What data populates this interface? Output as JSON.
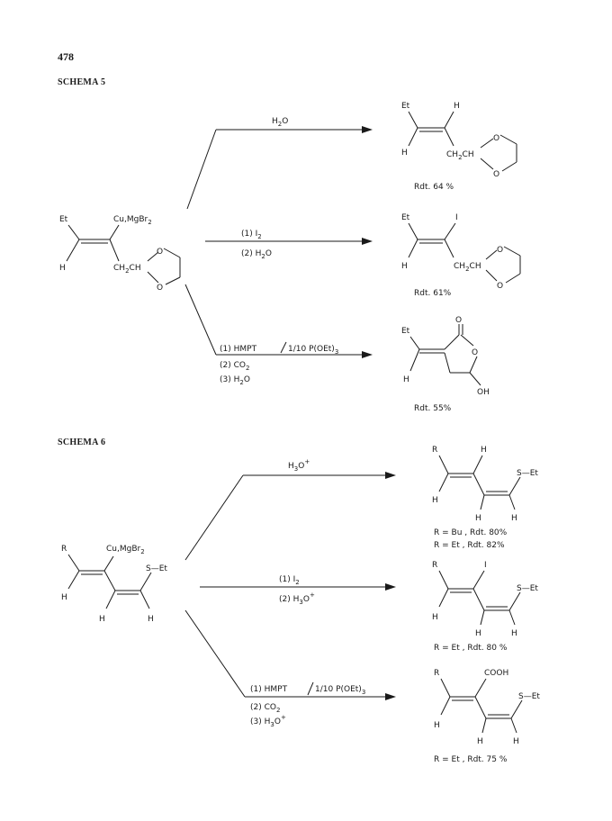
{
  "page_number": "478",
  "schema5": {
    "title": "SCHEMA 5",
    "reagent": {
      "et": "Et",
      "cu": "Cu,MgBr",
      "cu_sub": "2",
      "h": "H",
      "ch2ch": "CH",
      "ch2ch_sub": "2",
      "ch2ch_tail": "CH",
      "o1": "O",
      "o2": "O"
    },
    "path1": {
      "cond": "H",
      "cond_sub": "2",
      "cond_tail": "O",
      "prod": {
        "et": "Et",
        "h1": "H",
        "h2": "H",
        "ch": "CH",
        "ch_sub": "2",
        "ch_tail": "CH",
        "o1": "O",
        "o2": "O"
      },
      "yield": "Rdt. 64 %"
    },
    "path2": {
      "cond1": "(1)  I",
      "cond1_sub": "2",
      "cond2": "(2)  H",
      "cond2_sub": "2",
      "cond2_tail": "O",
      "prod": {
        "et": "Et",
        "i": "I",
        "h": "H",
        "ch": "CH",
        "ch_sub": "2",
        "ch_tail": "CH",
        "o1": "O",
        "o2": "O"
      },
      "yield": "Rdt. 61%"
    },
    "path3": {
      "cond1": "(1) HMPT",
      "cond1b": "1/10  P(OEt)",
      "cond1b_sub": "3",
      "cond2": "(2) CO",
      "cond2_sub": "2",
      "cond3": "(3) H",
      "cond3_sub": "2",
      "cond3_tail": "O",
      "prod": {
        "et": "Et",
        "o_top": "O",
        "o_ring": "O",
        "h": "H",
        "oh": "OH"
      },
      "yield": "Rdt. 55%"
    }
  },
  "schema6": {
    "title": "SCHEMA 6",
    "reagent": {
      "r": "R",
      "cu": "Cu,MgBr",
      "cu_sub": "2",
      "set": "S—Et",
      "h1": "H",
      "h2": "H",
      "h3": "H"
    },
    "path1": {
      "cond": "H",
      "cond_sub": "3",
      "cond_tail": "O",
      "cond_sup": "+",
      "prod": {
        "r": "R",
        "h_top": "H",
        "set": "S—Et",
        "h1": "H",
        "h2": "H",
        "h3": "H"
      },
      "yield1": "R = Bu , Rdt. 80%",
      "yield2": "R = Et , Rdt. 82%"
    },
    "path2": {
      "cond1": "(1)  I",
      "cond1_sub": "2",
      "cond2": "(2)  H",
      "cond2_sub": "3",
      "cond2_tail": "O",
      "cond2_sup": "+",
      "prod": {
        "r": "R",
        "i": "I",
        "set": "S—Et",
        "h1": "H",
        "h2": "H",
        "h3": "H"
      },
      "yield": "R = Et , Rdt. 80 %"
    },
    "path3": {
      "cond1": "(1) HMPT",
      "cond1b": "1/10  P(OEt)",
      "cond1b_sub": "3",
      "cond2": "(2) CO",
      "cond2_sub": "2",
      "cond3": "(3) H",
      "cond3_sub": "3",
      "cond3_tail": "O",
      "cond3_sup": "+",
      "prod": {
        "r": "R",
        "cooh": "COOH",
        "set": "S—Et",
        "h1": "H",
        "h2": "H",
        "h3": "H"
      },
      "yield": "R = Et , Rdt. 75 %"
    }
  }
}
